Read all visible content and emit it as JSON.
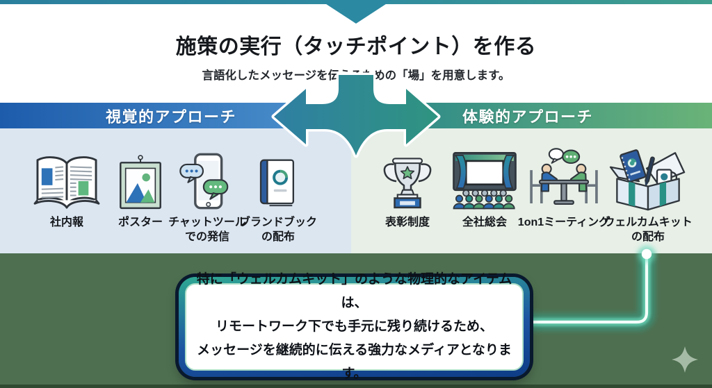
{
  "banner": {
    "title": "施策の実行（タッチポイント）を作る",
    "subtitle": "言語化したメッセージを伝えるための「場」を用意します。"
  },
  "sections": {
    "left": {
      "header": "視覚的アプローチ",
      "items": [
        {
          "label": "社内報",
          "icon": "newsletter-icon"
        },
        {
          "label": "ポスター",
          "icon": "poster-icon"
        },
        {
          "label": "チャットツール\nでの発信",
          "icon": "chat-phone-icon"
        },
        {
          "label": "ブランドブック\nの配布",
          "icon": "brand-book-icon"
        }
      ]
    },
    "right": {
      "header": "体験的アプローチ",
      "items": [
        {
          "label": "表彰制度",
          "icon": "trophy-icon"
        },
        {
          "label": "全社総会",
          "icon": "company-meeting-icon"
        },
        {
          "label": "1on1ミーティング",
          "icon": "one-on-one-icon"
        },
        {
          "label": "ウェルカムキット\nの配布",
          "icon": "welcome-kit-icon"
        }
      ]
    }
  },
  "callout": {
    "text": "特に「ウェルカムキット」のような物理的なアイテムは、\nリモートワーク下でも手元に残り続けるため、\nメッセージを継続的に伝える強力なメディアとなります。"
  },
  "colors": {
    "accent_teal": "#2f8ba0",
    "accent_green": "#47a27b",
    "bar_left_start": "#1d5cab",
    "bar_left_end": "#4a8ecb",
    "bar_right_start": "#2f8b89",
    "bar_right_end": "#6ab378",
    "panel_left_bg": "#dce6f1",
    "panel_right_bg": "#e7efe7",
    "bottom_bg": "#4e6f50",
    "callout_border_navy": "#09192e",
    "callout_border_blue": "#1d55a2",
    "callout_border_teal": "#2fa893",
    "connector_glow": "#6fe0c2",
    "sparkle": "#a6bba6"
  }
}
